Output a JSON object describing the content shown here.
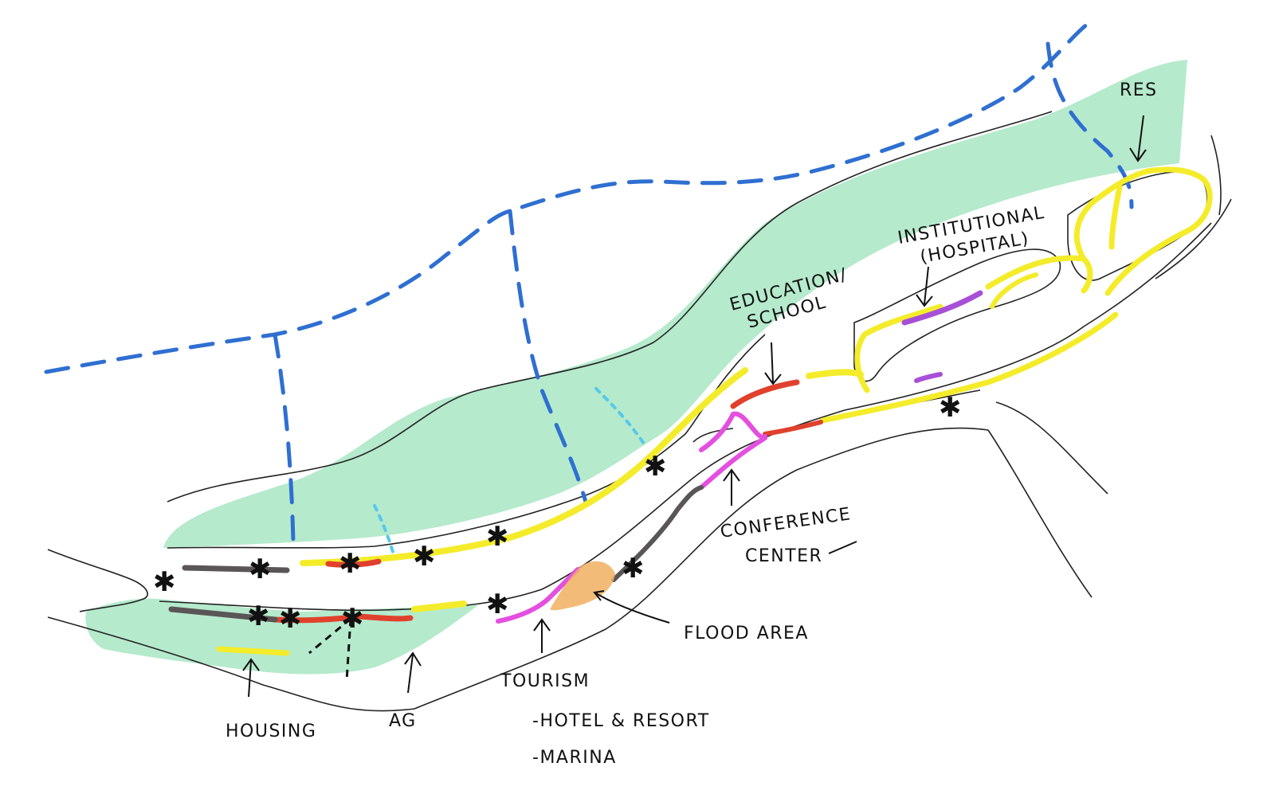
{
  "colors": {
    "green": "#a8e6c3",
    "blue": "#2f6fd1",
    "light_blue": "#56c9e8",
    "yellow": "#f4ec2a",
    "red": "#e0412d",
    "purple": "#a84fd8",
    "magenta": "#e44fe0",
    "dark_gray": "#5a5556",
    "orange": "#f0b060",
    "ink": "#111111"
  },
  "star_glyph": "✱",
  "labels": {
    "res": "RES",
    "institutional_1": "INSTITUTIONAL",
    "institutional_2": "(HOSPITAL)",
    "education_1": "EDUCATION/",
    "education_2": "SCHOOL",
    "conference_1": "CONFERENCE",
    "conference_2": "CENTER",
    "flood": "FLOOD AREA",
    "tourism_1": "TOURISM",
    "tourism_2": "-HOTEL & RESORT",
    "tourism_3": "-MARINA",
    "housing": "HOUSING",
    "ag": "AG"
  }
}
